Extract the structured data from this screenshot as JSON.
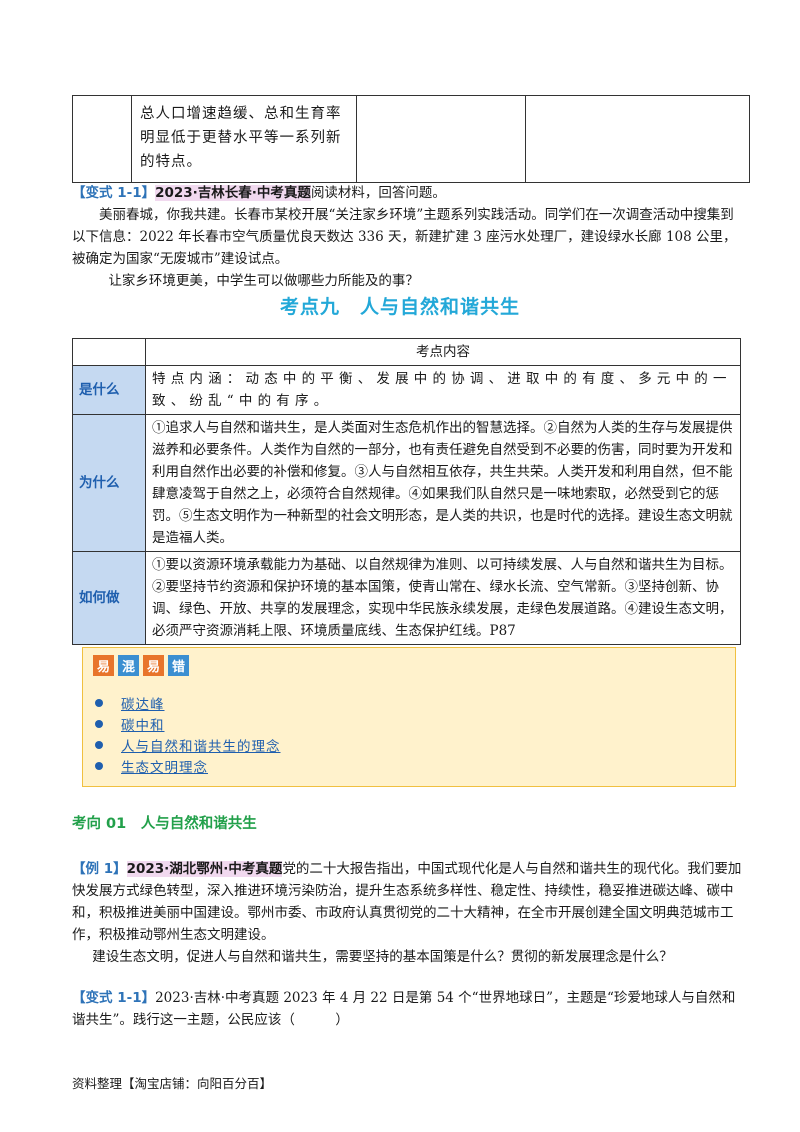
{
  "top_table": {
    "cell_text": "总人口增速趋缓、总和生育率明显低于更替水平等一系列新的特点。"
  },
  "variant_1": {
    "tag": "【变式 1-1】",
    "exam": "2023·吉林长春·中考真题",
    "lead": "阅读材料，回答问题。",
    "material": "美丽春城，你我共建。长春市某校开展“关注家乡环境”主题系列实践活动。同学们在一次调查活动中搜集到以下信息：2022 年长春市空气质量优良天数达 336 天，新建扩建 3 座污水处理厂，建设绿水长廊 108 公里，被确定为国家“无废城市”建设试点。",
    "question": "让家乡环境更美，中学生可以做哪些力所能及的事？"
  },
  "section_title": "考点九　人与自然和谐共生",
  "knowledge_table": {
    "header": "考点内容",
    "rows": [
      {
        "label": "是什么",
        "content": "特点内涵：动态中的平衡、发展中的协调、进取中的有度、多元中的一致、纷乱“中的有序。"
      },
      {
        "label": "为什么",
        "content": "①追求人与自然和谐共生，是人类面对生态危机作出的智慧选择。②自然为人类的生存与发展提供滋养和必要条件。人类作为自然的一部分，也有责任避免自然受到不必要的伤害，同时要为开发和利用自然作出必要的补偿和修复。③人与自然相互依存，共生共荣。人类开发和利用自然，但不能肆意凌驾于自然之上，必须符合自然规律。④如果我们队自然只是一味地索取，必然受到它的惩罚。⑤生态文明作为一种新型的社会文明形态，是人类的共识，也是时代的选择。建设生态文明就是造福人类。"
      },
      {
        "label": "如何做",
        "content": "①要以资源环境承载能力为基础、以自然规律为准则、以可持续发展、人与自然和谐共生为目标。②要坚持节约资源和保护环境的基本国策，使青山常在、绿水长流、空气常新。③坚持创新、协调、绿色、开放、共享的发展理念，实现中华民族永续发展，走绿色发展道路。④建设生态文明，必须严守资源消耗上限、环境质量底线、生态保护红线。P87"
      }
    ]
  },
  "confusion_box": {
    "badges": [
      "易",
      "混",
      "易",
      "错"
    ],
    "items": [
      "碳达峰",
      "碳中和",
      "人与自然和谐共生的理念",
      "生态文明理念"
    ]
  },
  "direction_title": "考向 01　人与自然和谐共生",
  "example_1": {
    "tag": "【例 1】",
    "exam": "2023·湖北鄂州·中考真题",
    "material": "党的二十大报告指出，中国式现代化是人与自然和谐共生的现代化。我们要加快发展方式绿色转型，深入推进环境污染防治，提升生态系统多样性、稳定性、持续性，稳妥推进碳达峰、碳中和，积极推进美丽中国建设。鄂州市委、市政府认真贯彻党的二十大精神，在全市开展创建全国文明典范城市工作，积极推动鄂州生态文明建设。",
    "question": "建设生态文明，促进人与自然和谐共生，需要坚持的基本国策是什么？贯彻的新发展理念是什么？"
  },
  "variant_2": {
    "tag": "【变式 1-1】",
    "text": "2023·吉林·中考真题 2023 年 4 月 22 日是第 54 个“世界地球日”，主题是“珍爱地球人与自然和谐共生”。践行这一主题，公民应该（　　　）"
  },
  "footer": "资料整理【淘宝店铺：向阳百分百】",
  "colors": {
    "tag_blue": "#2e73b8",
    "section_title": "#23a8d8",
    "table_label_bg": "#c5d9f1",
    "box_bg": "#fff2cc",
    "direction_green": "#22a04a",
    "exam_highlight": "#f1d9ef"
  }
}
